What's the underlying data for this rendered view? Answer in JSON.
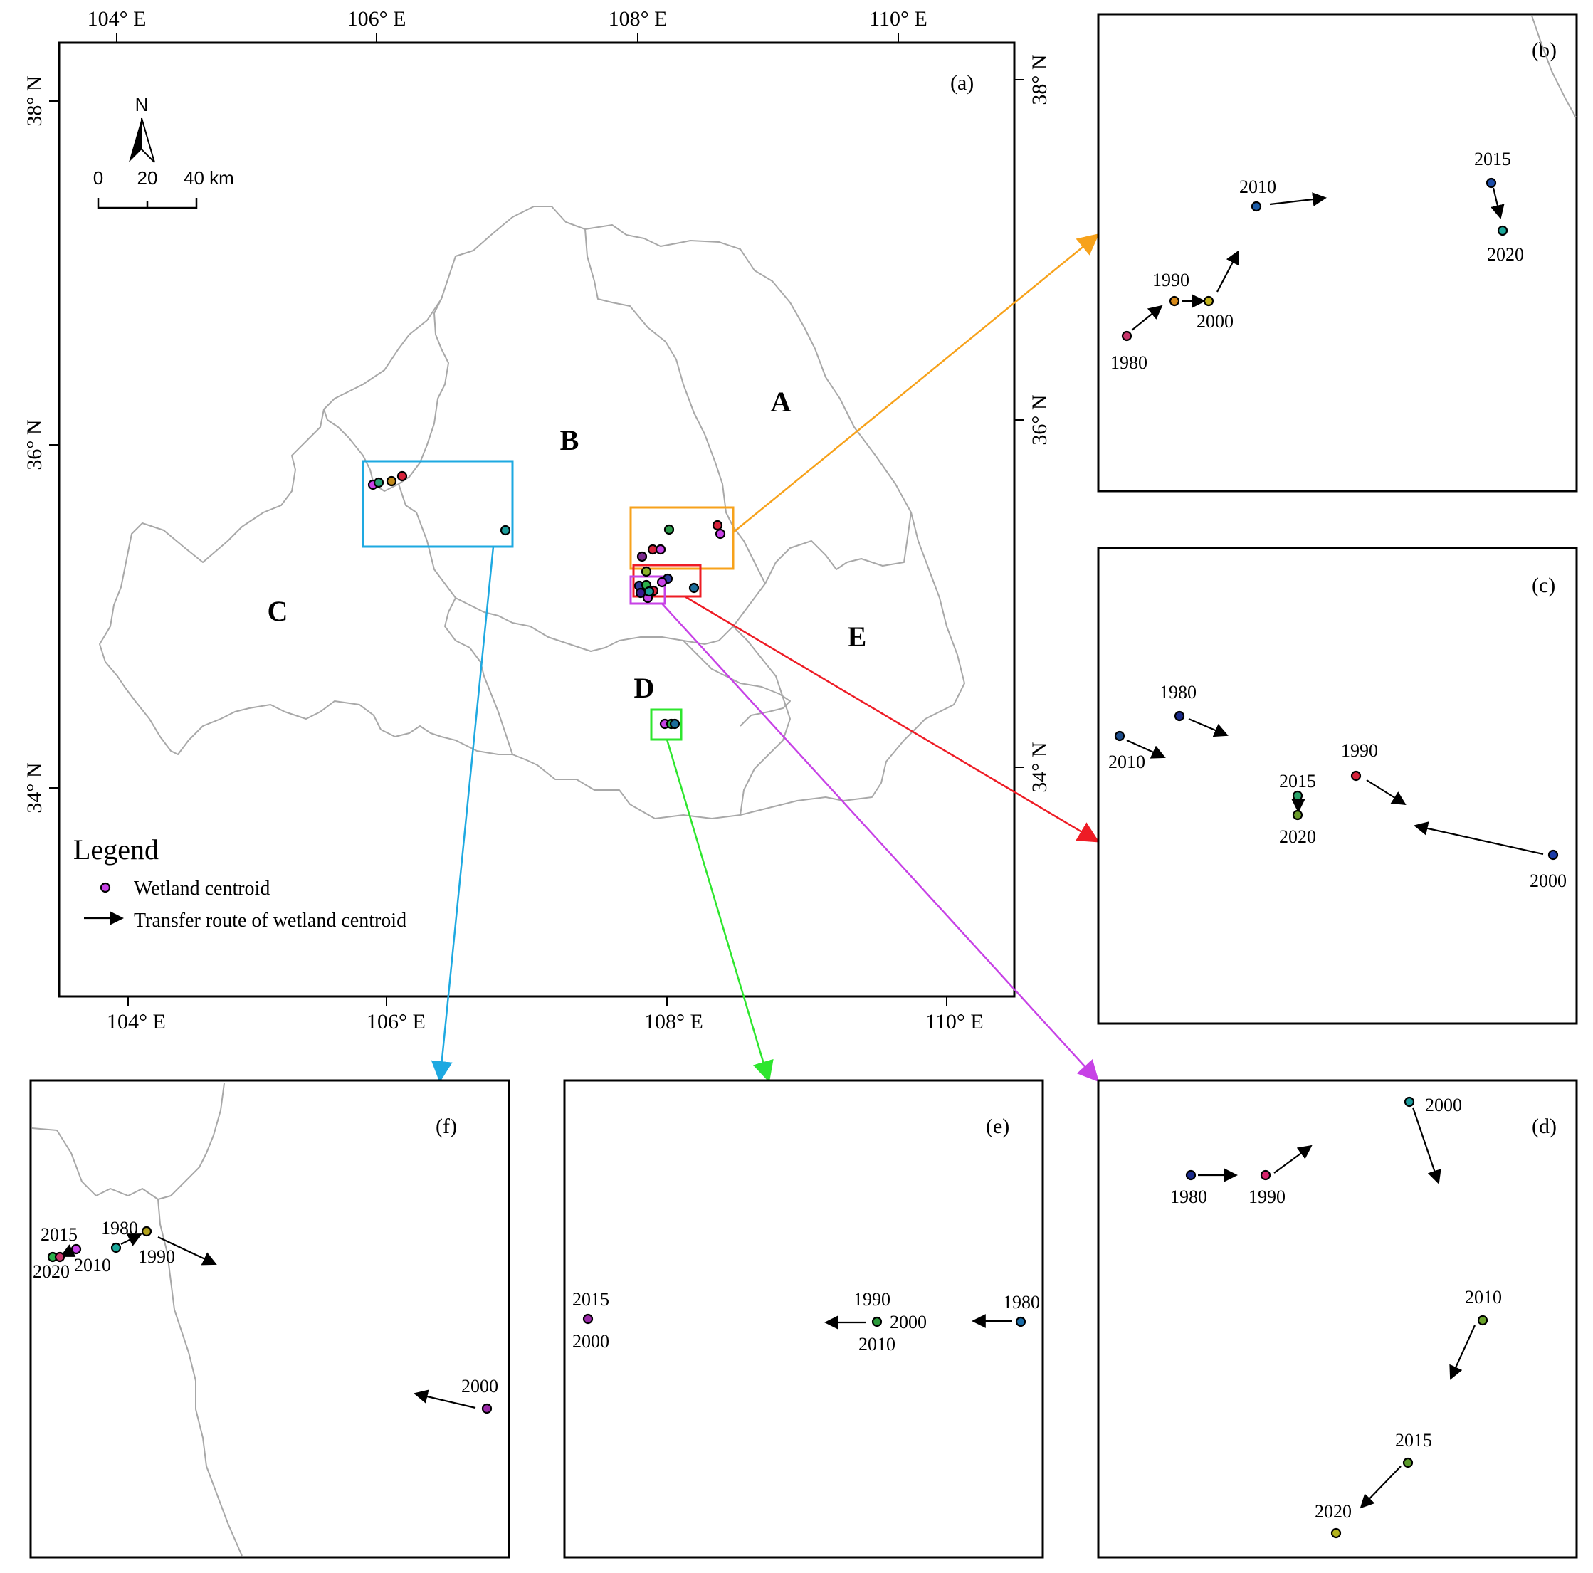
{
  "panel_letters": {
    "a": "(a)",
    "b": "(b)",
    "c": "(c)",
    "d": "(d)",
    "e": "(e)",
    "f": "(f)"
  },
  "map": {
    "top_lon_ticks": [
      "104° E",
      "106° E",
      "108° E",
      "110° E"
    ],
    "bottom_lon_ticks": [
      "104° E",
      "106° E",
      "108° E",
      "110° E"
    ],
    "left_lat_ticks": [
      "38° N",
      "36° N",
      "34° N"
    ],
    "right_lat_ticks": [
      "38° N",
      "36° N",
      "34° N"
    ],
    "regions": [
      "A",
      "B",
      "C",
      "D",
      "E"
    ],
    "north_label": "N",
    "scale_labels": [
      "0",
      "20",
      "40 km"
    ]
  },
  "legend": {
    "title": "Legend",
    "centroid_label": "Wetland centroid",
    "route_label": "Transfer route of wetland centroid"
  },
  "inset_colors": {
    "b": "#f7a21b",
    "c": "#ee1c25",
    "d": "#c742e6",
    "e": "#2ee62e",
    "f": "#1ea9e1"
  },
  "insets": {
    "b": {
      "labels": [
        "1980",
        "1990",
        "2000",
        "2010",
        "2015",
        "2020"
      ]
    },
    "c": {
      "labels": [
        "1980",
        "2010",
        "1990",
        "2015",
        "2020",
        "2000"
      ]
    },
    "d": {
      "labels": [
        "2000",
        "1980",
        "1990",
        "2010",
        "2015",
        "2020"
      ]
    },
    "e": {
      "labels": [
        "2015",
        "2000",
        "1990",
        "2000",
        "2010",
        "1980"
      ]
    },
    "f": {
      "labels": [
        "2015",
        "2020",
        "2010",
        "1980",
        "1990",
        "2000"
      ]
    }
  }
}
